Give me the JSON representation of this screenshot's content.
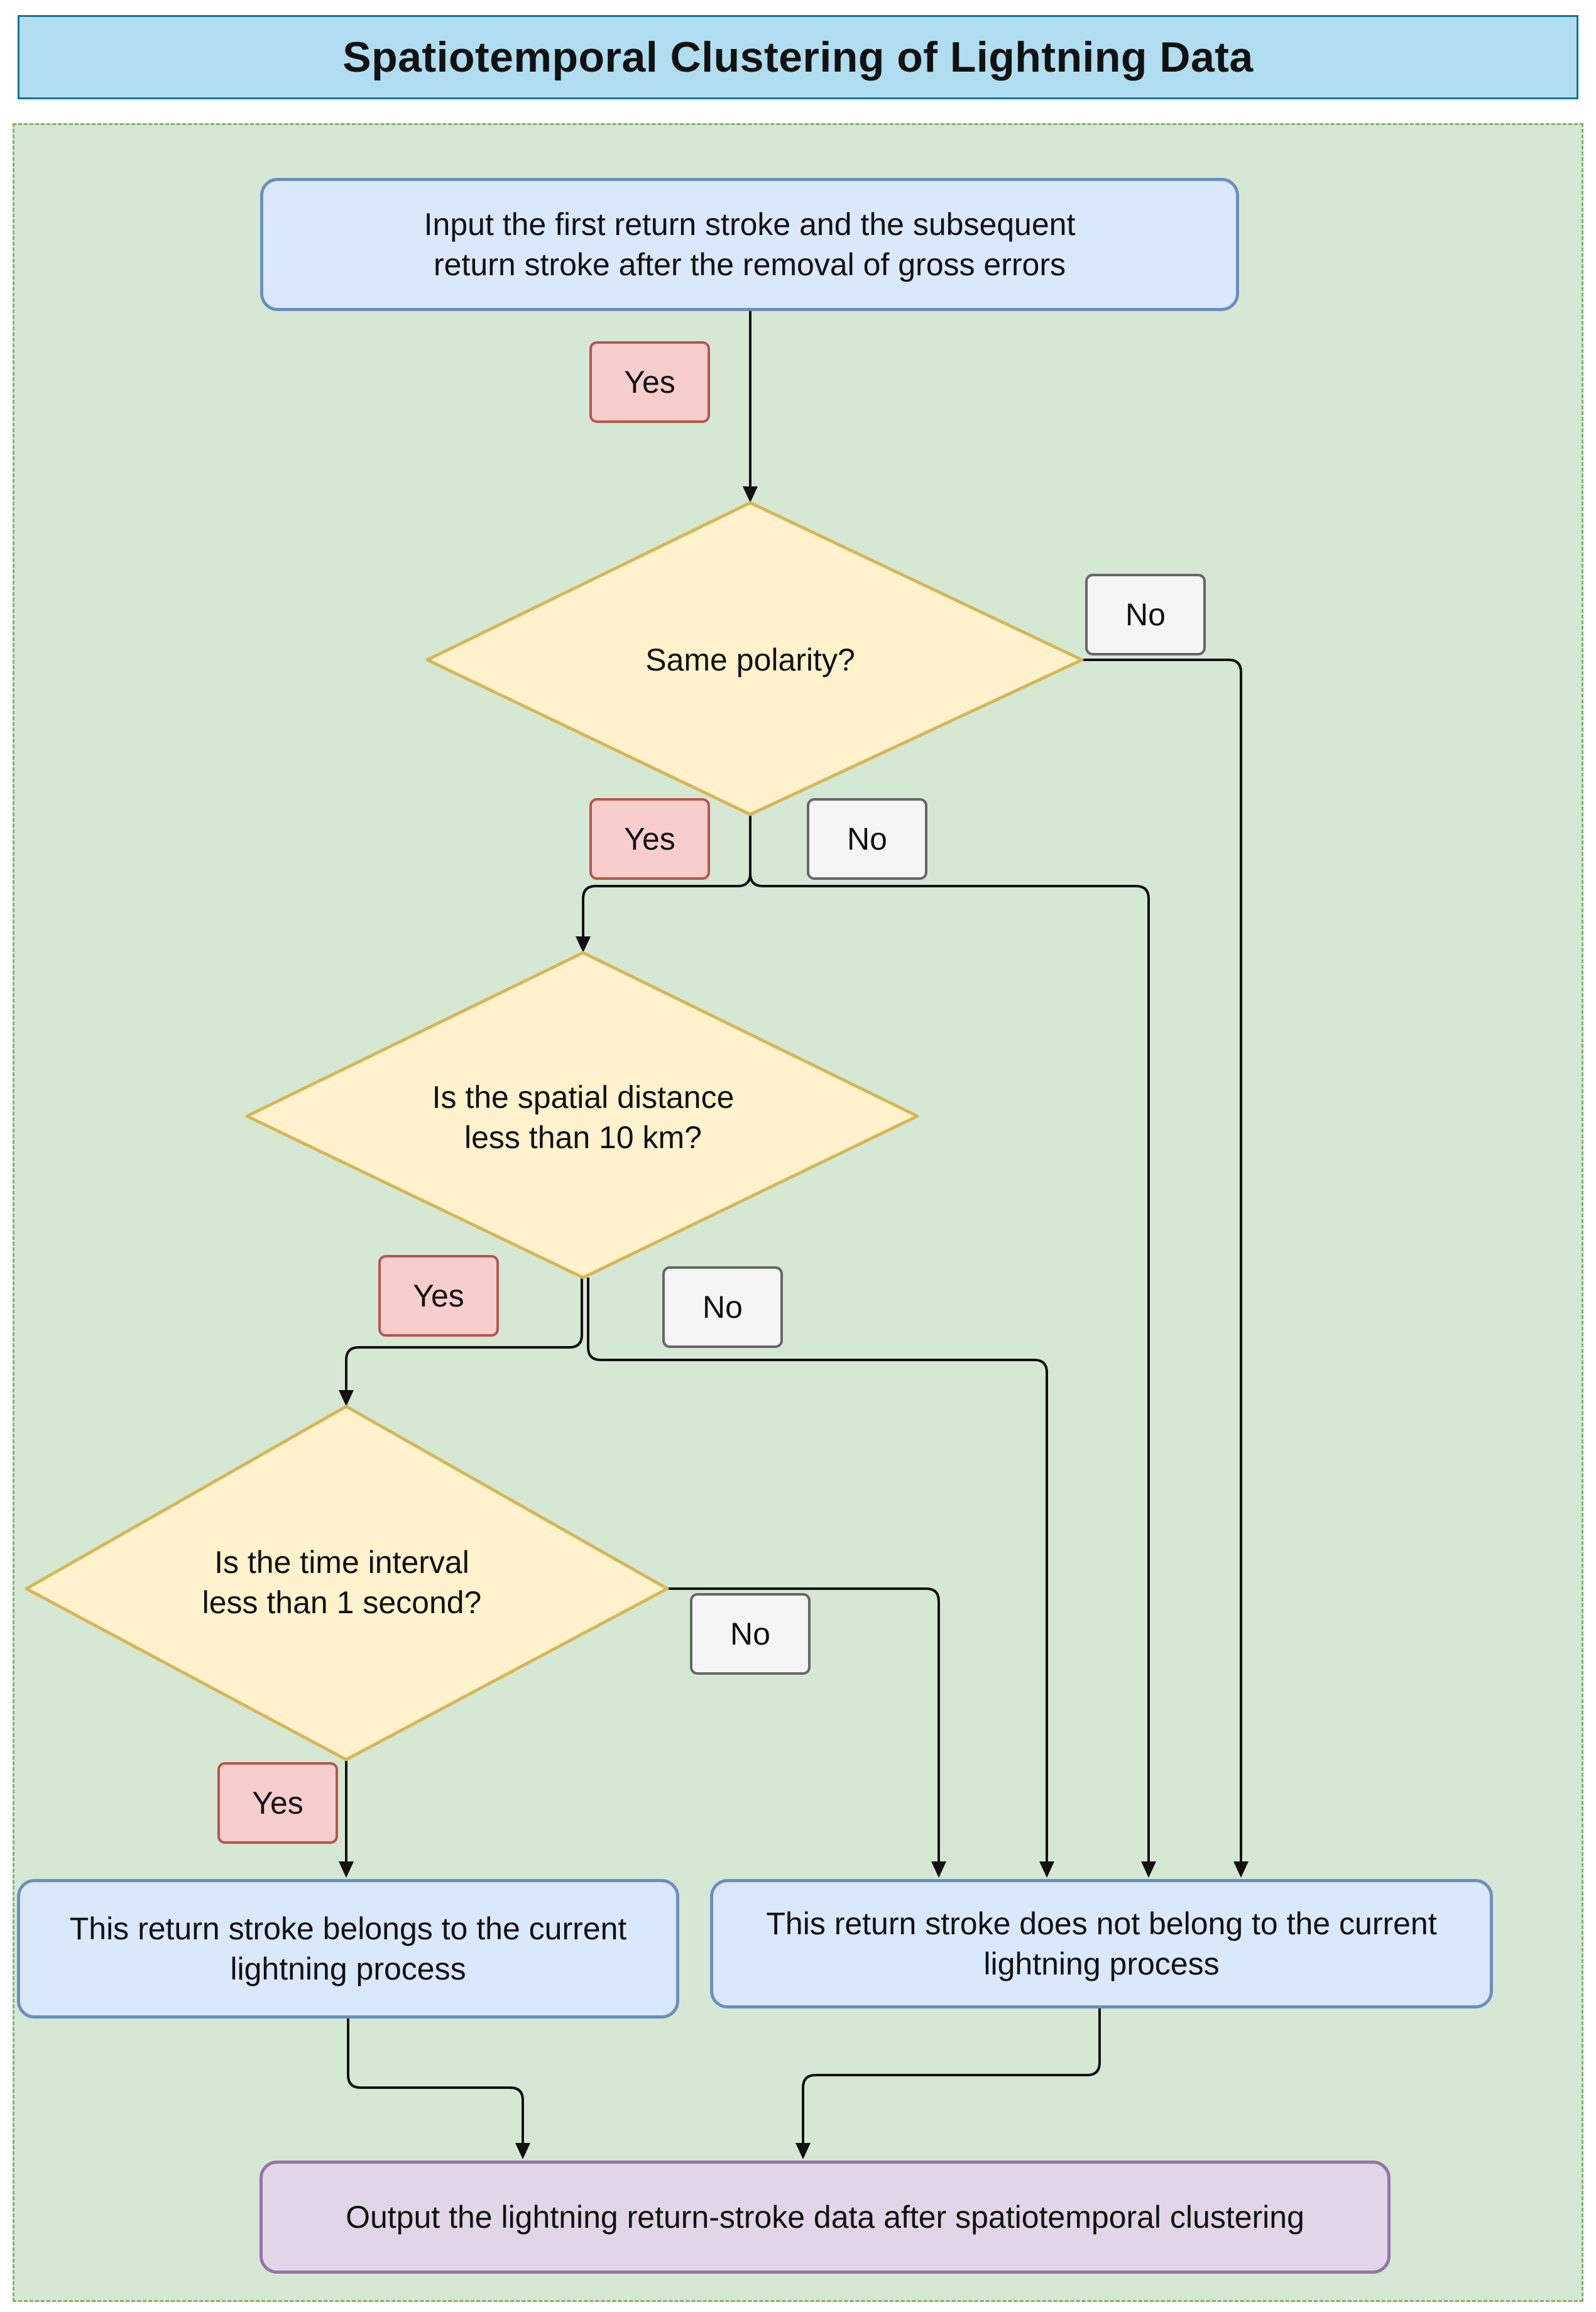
{
  "title": "Spatiotemporal Clustering of Lightning Data",
  "colors": {
    "panel_fill": "#d5e8d4",
    "panel_border": "#82b366",
    "title_fill": "#b1ddf0",
    "title_border": "#10739e",
    "process_fill": "#dae8fc",
    "process_border": "#6c8ebf",
    "decision_fill": "#fff2cc",
    "decision_border": "#d6b656",
    "output_fill": "#e1d5e7",
    "output_border": "#9673a6",
    "yes_fill": "#f8cecc",
    "yes_border": "#b85450",
    "no_fill": "#f5f5f5",
    "no_border": "#666666"
  },
  "nodes": {
    "input": "Input the first return stroke and the subsequent\nreturn stroke after the removal of gross errors",
    "polarity": "Same polarity?",
    "distance": "Is the spatial distance\nless than 10 km?",
    "time": "Is the time interval\nless than 1 second?",
    "belongs": "This return stroke belongs to the current\nlightning process",
    "not_belongs": "This return stroke does not belong to the current\nlightning process",
    "output": "Output the lightning return-stroke data after spatiotemporal clustering"
  },
  "labels": {
    "yes_1": "Yes",
    "no_1": "No",
    "yes_2": "Yes",
    "no_2": "No",
    "yes_3": "Yes",
    "no_3": "No",
    "no_4": "No",
    "yes_4": "Yes"
  }
}
